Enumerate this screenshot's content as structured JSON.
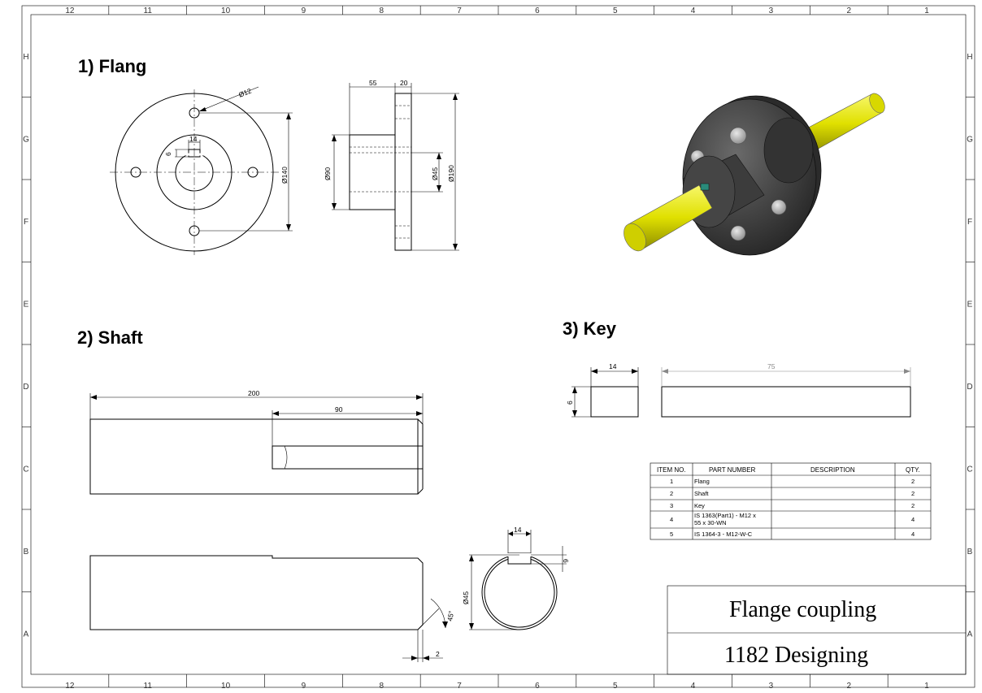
{
  "border": {
    "columns": [
      "12",
      "11",
      "10",
      "9",
      "8",
      "7",
      "6",
      "5",
      "4",
      "3",
      "2",
      "1"
    ],
    "rows": [
      "H",
      "G",
      "F",
      "E",
      "D",
      "C",
      "B",
      "A"
    ]
  },
  "sections": {
    "flang": "1) Flang",
    "shaft": "2) Shaft",
    "key": "3) Key"
  },
  "dims": {
    "flange_hole": "Ø12",
    "flange_key_w": "14",
    "flange_key_h": "6",
    "flange_pcd": "Ø140",
    "flange_hub_len": "55",
    "flange_thick": "20",
    "flange_hub_dia": "Ø90",
    "flange_bore": "Ø45",
    "flange_od": "Ø190",
    "shaft_len": "200",
    "shaft_keyway_len": "90",
    "shaft_dia": "Ø45",
    "shaft_chamfer_angle": "45°",
    "shaft_chamfer": "2",
    "shaft_key_w": "14",
    "shaft_key_h": "6",
    "key_w": "14",
    "key_h": "6",
    "key_len": "75"
  },
  "bom": {
    "headers": [
      "ITEM NO.",
      "PART NUMBER",
      "DESCRIPTION",
      "QTY."
    ],
    "rows": [
      {
        "item": "1",
        "part": "Flang",
        "desc": "",
        "qty": "2"
      },
      {
        "item": "2",
        "part": "Shaft",
        "desc": "",
        "qty": "2"
      },
      {
        "item": "3",
        "part": "Key",
        "desc": "",
        "qty": "2"
      },
      {
        "item": "4",
        "part": "IS 1363(Part1) - M12 x",
        "part2": "55 x 30-WN",
        "desc": "",
        "qty": "4"
      },
      {
        "item": "5",
        "part": "IS 1364-3 - M12-W-C",
        "desc": "",
        "qty": "4"
      }
    ]
  },
  "title_block": {
    "title": "Flange coupling",
    "company": "1182 Designing"
  },
  "colors": {
    "shaft_yellow": "#E6E600",
    "flange_dark": "#3a3a3a",
    "bolt_grey": "#bfbfbf"
  }
}
